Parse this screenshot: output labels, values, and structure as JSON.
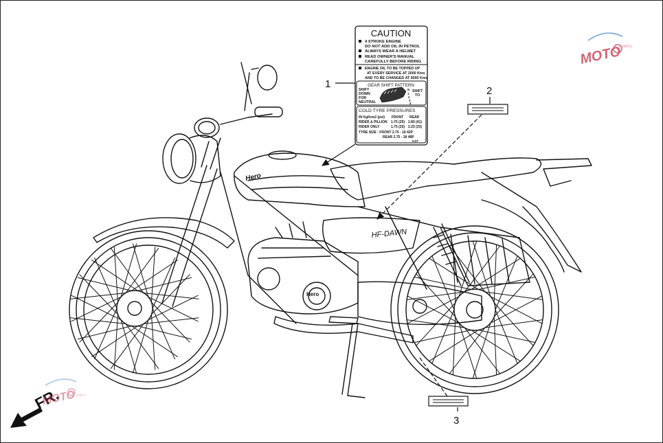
{
  "callouts": [
    {
      "number": "1"
    },
    {
      "number": "2"
    },
    {
      "number": "3"
    }
  ],
  "caution_label": {
    "title": "CAUTION",
    "warnings": [
      "4 STROKE ENGINE",
      "DO NOT ADD OIL IN PETROL",
      "ALWAYS WEAR A HELMET",
      "READ OWNER'S MANUAL",
      "CAREFULLY BEFORE RIDING"
    ],
    "oil_notice": [
      "ENGINE OIL TO BE TOPPED UP",
      "AT EVERY SERVICE AT 2000 Kms",
      "AND TO BE CHANGED AT 6000 Kms"
    ],
    "gear_shift_title": "GEAR SHIFT PATTERN",
    "gear_shift_left": [
      "SHIFT",
      "DOWN",
      "FOR",
      "NEUTRAL"
    ],
    "gear_shift_right": [
      "SHIFT",
      "TO"
    ],
    "gear_numbers": [
      "N",
      "1",
      "2",
      "3",
      "4"
    ],
    "tyre_title": "COLD TYRE PRESSURES",
    "tyre_header": [
      "IN Kgf/cm2 (psi)",
      "FRONT",
      "REAR"
    ],
    "tyre_rows": [
      [
        "RIDER & PILLION",
        "1.75 (25)",
        "2.80 (41)"
      ],
      [
        "RIDER ONLY",
        "1.75 (25)",
        "2.25 (33)"
      ]
    ],
    "tyre_size_front": "TYRE SIZE : FRONT 2.75 - 18 42P",
    "tyre_size_rear": "REAR   2.75 - 18 48P",
    "code": "KST"
  },
  "direction": {
    "text": "FR."
  },
  "bike_text": {
    "brand": "Hero",
    "model": "HF-DAWN"
  },
  "watermark": {
    "text": "MOTO",
    "subtext": "Gallery"
  },
  "colors": {
    "line": "#111111",
    "watermark": "#c94b5c"
  }
}
